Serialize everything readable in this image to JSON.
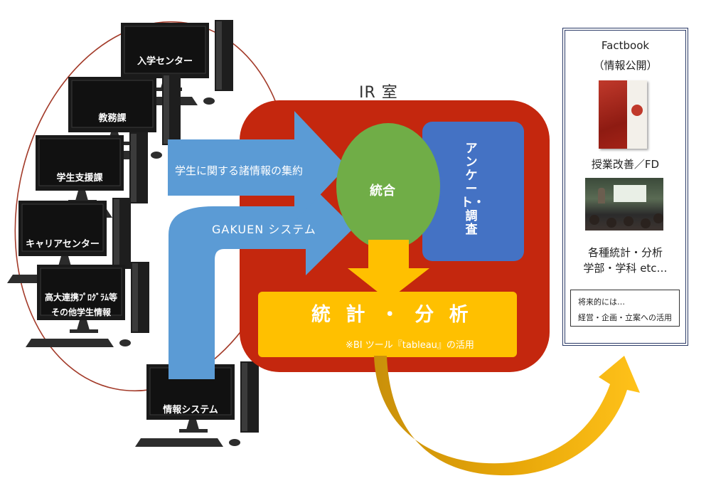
{
  "computers": {
    "admissions": "入学センター",
    "academic_affairs": "教務課",
    "student_support": "学生支援課",
    "career_center": "キャリアセンター",
    "hs_program_1": "高大連携ﾌﾟﾛｸﾞﾗﾑ等",
    "hs_program_2": "その他学生情報",
    "info_system": "情報システム"
  },
  "ir_office": {
    "title": "IR 室",
    "collection_arrow": "学生に関する諸情報の集約",
    "gakuen_arrow": "GAKUEN システム",
    "integration": "統合",
    "survey": "アンケート・調査",
    "statistics": "統 計 ・ 分 析",
    "bi_tool": "※BI ツール『tableau』の活用"
  },
  "outputs": {
    "factbook": "Factbook",
    "factbook_sub": "（情報公開）",
    "fd": "授業改善／FD",
    "stats_line1": "各種統計・分析",
    "stats_line2": "学部・学科 etc…",
    "future_line1": "将来的には…",
    "future_line2": "経営・企画・立案への活用"
  },
  "colors": {
    "ir_bg": "#c4270e",
    "arrow_blue": "#5b9bd5",
    "integration_green": "#70ad47",
    "survey_blue": "#4472c4",
    "stats_yellow": "#ffc000",
    "output_arrow": "#f2b705",
    "panel_border": "#2b3a67"
  }
}
